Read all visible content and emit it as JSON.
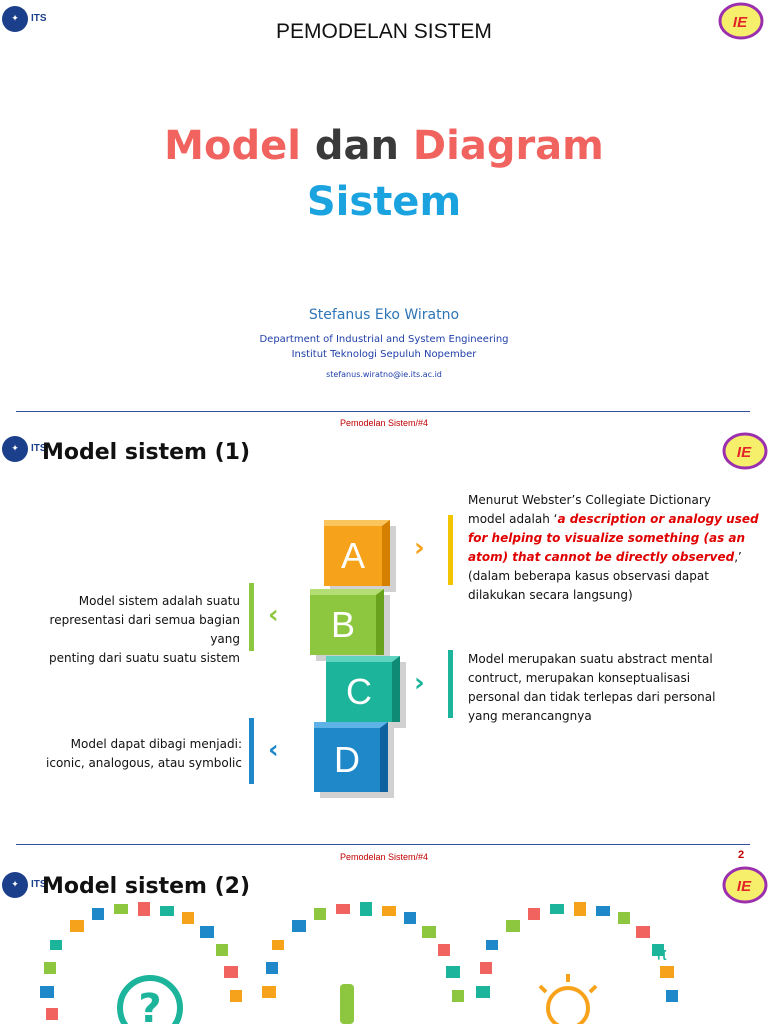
{
  "slide1": {
    "header": "PEMODELAN SISTEM",
    "title": {
      "word1": "Model",
      "word2": "dan",
      "word3": "Diagram",
      "word4": "Sistem"
    },
    "author": "Stefanus Eko Wiratno",
    "department": "Department of Industrial and System Engineering",
    "institute": "Institut Teknologi Sepuluh Nopember",
    "email": "stefanus.wiratno@ie.its.ac.id",
    "footer": "Pemodelan Sistem/#4"
  },
  "slide2": {
    "heading": "Model sistem (1)",
    "cubes": [
      "A",
      "B",
      "C",
      "D"
    ],
    "text_a": {
      "line1": "Menurut Webster’s Collegiate Dictionary",
      "line2_plain": "model adalah ‘",
      "line2_emph": "a description or analogy used",
      "line3_emph": "for helping to visualize something (as an",
      "line4_emph": "atom) that cannot be directly observed",
      "line4_plain": ",’",
      "line5": "(dalam beberapa kasus observasi dapat",
      "line6": "dilakukan secara langsung)"
    },
    "text_b": {
      "line1": "Model sistem adalah suatu",
      "line2": "representasi dari semua bagian yang",
      "line3": "penting dari suatu suatu sistem"
    },
    "text_c": {
      "line1": "Model merupakan suatu abstract mental",
      "line2": "contruct, merupakan konseptualisasi",
      "line3": "personal dan tidak terlepas dari personal",
      "line4": "yang merancangnya"
    },
    "text_d": {
      "line1": "Model dapat dibagi menjadi:",
      "line2": "iconic, analogous, atau symbolic"
    },
    "footer": "Pemodelan Sistem/#4",
    "page_number": "2"
  },
  "slide3": {
    "heading": "Model sistem (2)",
    "symbols": [
      "?",
      "!",
      "π"
    ]
  },
  "logos": {
    "its": "ITS",
    "ie": "IE"
  },
  "colors": {
    "title_red": "#f0635f",
    "title_dark": "#3a3a3a",
    "title_blue": "#1ba3e0",
    "author_teal": "#2e75b6",
    "dept_blue": "#1f3fa8",
    "cube_a": "#f7a21b",
    "cube_b": "#8dc63f",
    "cube_c": "#1cb49a",
    "cube_d": "#1e88c9",
    "emph_red": "#e00000"
  }
}
